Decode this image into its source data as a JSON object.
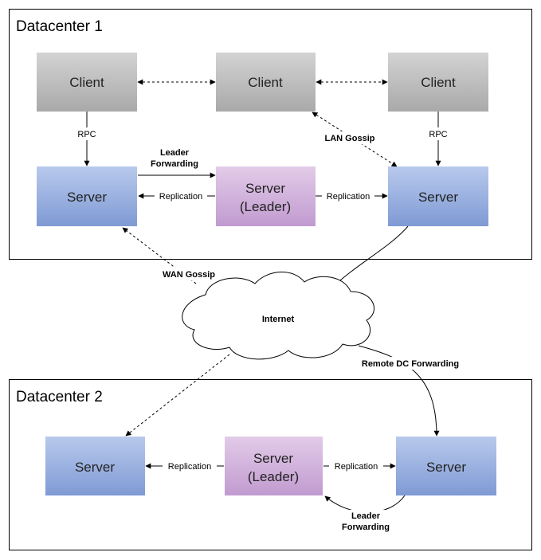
{
  "datacenter1": {
    "title": "Datacenter 1",
    "client_left": "Client",
    "client_middle": "Client",
    "client_right": "Client",
    "server_left": "Server",
    "leader_line1": "Server",
    "leader_line2": "(Leader)",
    "server_right": "Server",
    "rpc_left": "RPC",
    "rpc_right": "RPC",
    "lan_gossip": "LAN Gossip",
    "leader_forwarding_line1": "Leader",
    "leader_forwarding_line2": "Forwarding",
    "replication_left": "Replication",
    "replication_right": "Replication"
  },
  "wan_gossip": "WAN Gossip",
  "internet": "Internet",
  "remote_dc_forwarding": "Remote DC Forwarding",
  "datacenter2": {
    "title": "Datacenter 2",
    "server_left": "Server",
    "leader_line1": "Server",
    "leader_line2": "(Leader)",
    "server_right": "Server",
    "replication_left": "Replication",
    "replication_right": "Replication",
    "leader_forwarding_line1": "Leader",
    "leader_forwarding_line2": "Forwarding"
  },
  "colors": {
    "client_top": "#d3d3d3",
    "client_bottom": "#a9a9a9",
    "server_top": "#b8c9ec",
    "server_bottom": "#7f9ad4",
    "leader_top": "#e2cbe8",
    "leader_bottom": "#c19bd0"
  }
}
